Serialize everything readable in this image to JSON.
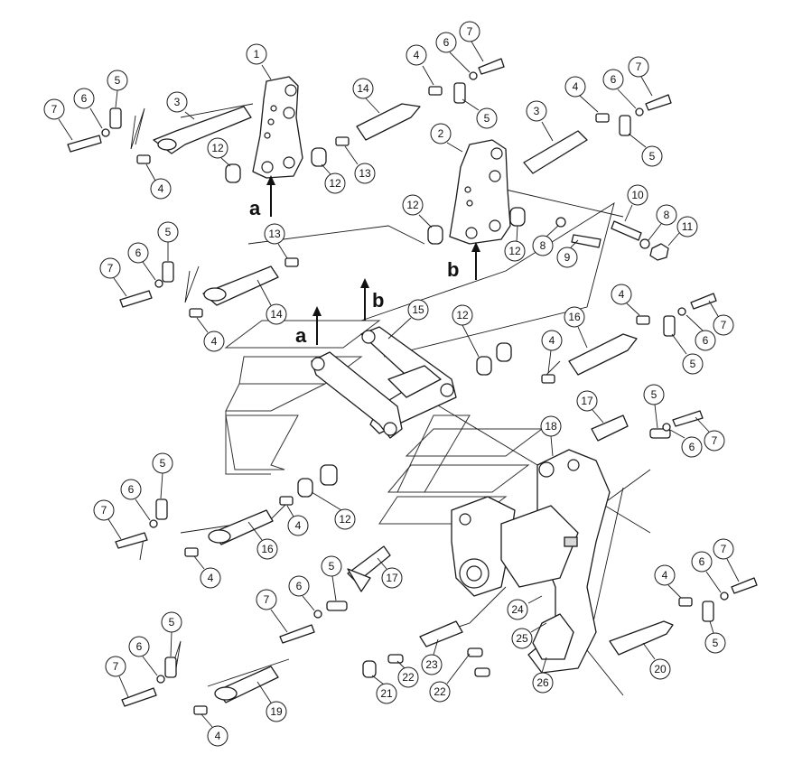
{
  "callouts": [
    "1",
    "2",
    "3",
    "4",
    "5",
    "6",
    "7",
    "8",
    "9",
    "10",
    "11",
    "12",
    "13",
    "14",
    "15",
    "16",
    "17",
    "18",
    "19",
    "20",
    "21",
    "22",
    "23",
    "24",
    "25",
    "26"
  ],
  "view_letters": {
    "a": "a",
    "b": "b"
  }
}
